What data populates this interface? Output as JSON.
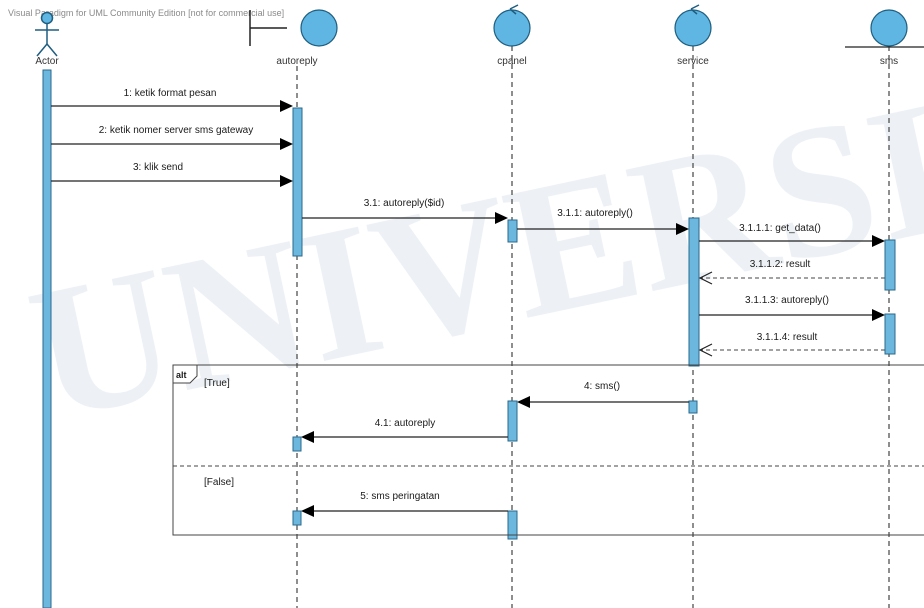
{
  "header_text": "Visual Paradigm for UML Community Edition [not for commercial use]",
  "watermark": "UNIVERSITAS JEMBER",
  "colors": {
    "activation": "#6cb7de",
    "object": "#5fb6e2",
    "border": "#2a6a8e"
  },
  "lifelines": [
    {
      "id": "actor",
      "name": "Actor",
      "kind": "actor"
    },
    {
      "id": "autoreply",
      "name": "autoreply",
      "kind": "boundary"
    },
    {
      "id": "cpanel",
      "name": "cpanel",
      "kind": "control"
    },
    {
      "id": "service",
      "name": "service",
      "kind": "control"
    },
    {
      "id": "sms",
      "name": "sms",
      "kind": "entity"
    }
  ],
  "messages": [
    {
      "label": "1: ketik format pesan",
      "kind": "sync"
    },
    {
      "label": "2: ketik nomer server sms gateway",
      "kind": "sync"
    },
    {
      "label": "3: klik send",
      "kind": "sync"
    },
    {
      "label": "3.1: autoreply($id)",
      "kind": "sync"
    },
    {
      "label": "3.1.1: autoreply()",
      "kind": "sync"
    },
    {
      "label": "3.1.1.1: get_data()",
      "kind": "sync"
    },
    {
      "label": "3.1.1.2: result",
      "kind": "return"
    },
    {
      "label": "3.1.1.3: autoreply()",
      "kind": "sync"
    },
    {
      "label": "3.1.1.4: result",
      "kind": "return"
    },
    {
      "label": "4: sms()",
      "kind": "sync"
    },
    {
      "label": "4.1: autoreply",
      "kind": "sync"
    },
    {
      "label": "5: sms peringatan",
      "kind": "sync"
    }
  ],
  "fragment": {
    "operator": "alt",
    "guards": [
      "[True]",
      "[False]"
    ]
  }
}
